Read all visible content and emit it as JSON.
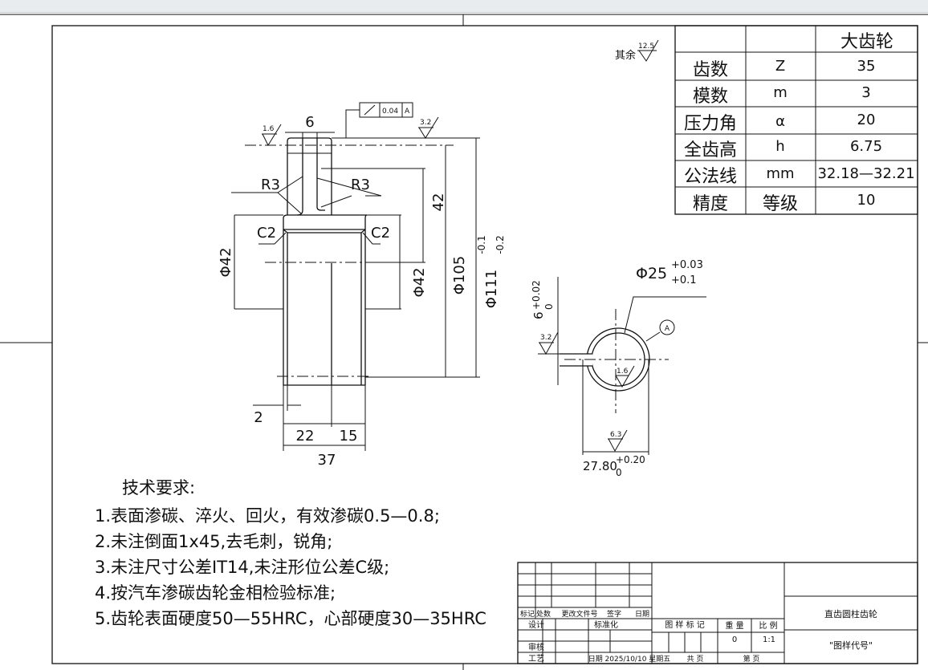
{
  "params_table": {
    "header": "大齿轮",
    "rows": [
      {
        "name": "齿数",
        "symbol": "Z",
        "value": "35"
      },
      {
        "name": "模数",
        "symbol": "m",
        "value": "3"
      },
      {
        "name": "压力角",
        "symbol": "α",
        "value": "20"
      },
      {
        "name": "全齿高",
        "symbol": "h",
        "value": "6.75"
      },
      {
        "name": "公法线",
        "symbol": "mm",
        "value": "32.18—32.21"
      },
      {
        "name": "精度",
        "symbol": "等级",
        "value": "10"
      }
    ]
  },
  "roughness": {
    "other": "其余",
    "other_value": "12.5",
    "r1": "1.6",
    "r2": "3.2",
    "r3": "3.2",
    "r4": "1.6",
    "r5": "6.3"
  },
  "tolerance_frame": {
    "value": "0.04",
    "datum": "A"
  },
  "dims": {
    "d6": "6",
    "r3_left": "R3",
    "r3_right": "R3",
    "c2_left": "C2",
    "c2_right": "C2",
    "d42_vert": "42",
    "phi42_left": "Φ42",
    "phi42_right": "Φ42",
    "phi105": "Φ105",
    "phi111": "Φ111",
    "phi111_tol_upper": "-0.1",
    "phi111_tol_lower": "-0.2",
    "d2": "2",
    "d22": "22",
    "d15": "15",
    "d37": "37",
    "phi25": "Φ25",
    "phi25_tol_upper": "+0.03",
    "phi25_tol_lower": "+0.1",
    "key6": "6",
    "key6_tol_upper": "+0.02",
    "key6_tol_lower": "0",
    "d27": "27.80",
    "d27_tol_upper": "+0.20",
    "d27_tol_lower": "0",
    "datum_label": "A"
  },
  "tech_requirements": {
    "title": "技术要求:",
    "items": [
      "1.表面渗碳、淬火、回火，有效渗碳0.5—0.8;",
      "2.未注倒面1x45,去毛刺，锐角;",
      "3.未注尺寸公差IT14,未注形位公差C级;",
      "4.按汽车渗碳齿轮金相检验标准;",
      "5.齿轮表面硬度50—55HRC，心部硬度30—35HRC"
    ]
  },
  "title_block": {
    "mark": "标记",
    "count": "处数",
    "change_doc": "更改文件号",
    "sign": "签字",
    "date": "日期",
    "design": "设计",
    "standardize": "标准化",
    "drawing_mark": "图 样 标 记",
    "weight": "重 量",
    "scale": "比 例",
    "weight_value": "0",
    "scale_value": "1:1",
    "review": "审核",
    "process": "工艺",
    "date_line": "日期 2025/10/10 星期五",
    "total_pages": "共    页",
    "page_no": "第    页",
    "part_name": "直齿圆柱齿轮",
    "drawing_no": "\"图样代号\""
  }
}
